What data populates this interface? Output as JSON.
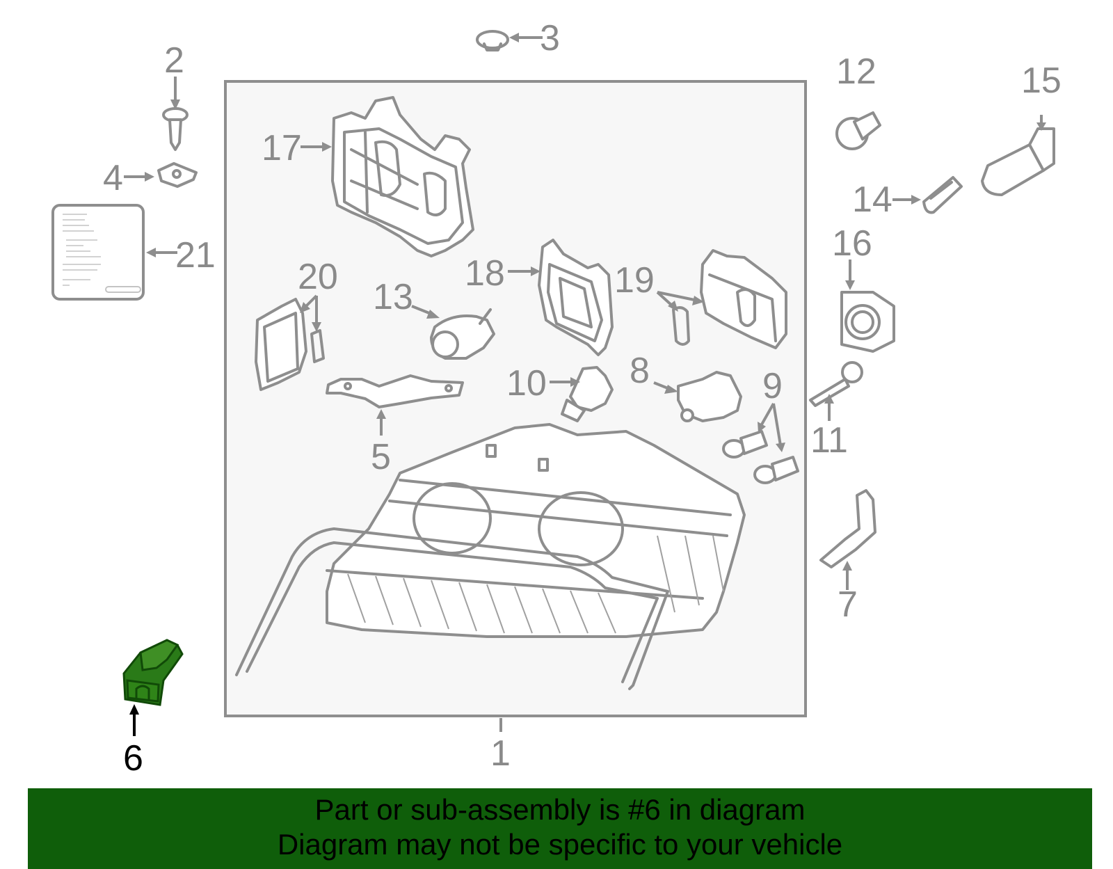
{
  "diagram": {
    "highlighted_part": "6",
    "highlight_color": "#1d6b10",
    "callouts": [
      {
        "id": "c1",
        "label": "1"
      },
      {
        "id": "c2",
        "label": "2"
      },
      {
        "id": "c3",
        "label": "3"
      },
      {
        "id": "c4",
        "label": "4"
      },
      {
        "id": "c5",
        "label": "5"
      },
      {
        "id": "c6",
        "label": "6"
      },
      {
        "id": "c7",
        "label": "7"
      },
      {
        "id": "c8",
        "label": "8"
      },
      {
        "id": "c9",
        "label": "9"
      },
      {
        "id": "c10",
        "label": "10"
      },
      {
        "id": "c11",
        "label": "11"
      },
      {
        "id": "c12",
        "label": "12"
      },
      {
        "id": "c13",
        "label": "13"
      },
      {
        "id": "c14",
        "label": "14"
      },
      {
        "id": "c15",
        "label": "15"
      },
      {
        "id": "c16",
        "label": "16"
      },
      {
        "id": "c17",
        "label": "17"
      },
      {
        "id": "c18",
        "label": "18"
      },
      {
        "id": "c19",
        "label": "19"
      },
      {
        "id": "c20",
        "label": "20"
      },
      {
        "id": "c21",
        "label": "21"
      }
    ]
  },
  "banner": {
    "line1": "Part or sub-assembly is #6 in diagram",
    "line2": "Diagram may not be specific to your vehicle",
    "background": "#0f5e0a"
  }
}
